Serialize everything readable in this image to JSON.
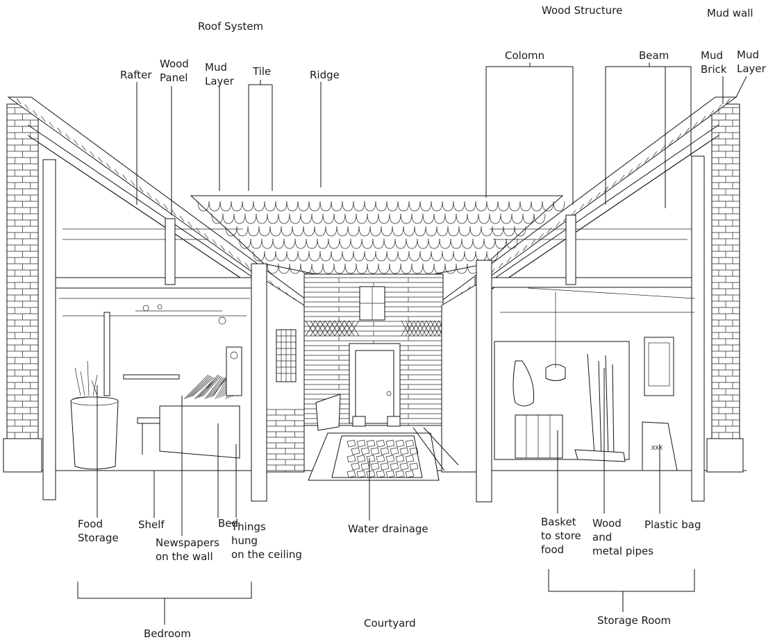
{
  "labels": {
    "wood_structure": "Wood Structure",
    "mud_wall": "Mud wall",
    "roof_system": "Roof System",
    "colomn": "Colomn",
    "beam": "Beam",
    "mud_brick": "Mud\nBrick",
    "mud_layer_right": "Mud\nLayer",
    "rafter": "Rafter",
    "wood_panel": "Wood\nPanel",
    "mud_layer_left": "Mud\nLayer",
    "tile": "Tile",
    "ridge": "Ridge",
    "food_storage": "Food\nStorage",
    "shelf": "Shelf",
    "bed": "Bed",
    "things_hung": "Things\nhung\non the ceiling",
    "newspapers": "Newspapers\non the wall",
    "water_drainage": "Water drainage",
    "basket": "Basket\nto store\nfood",
    "wood_metal_pipes": "Wood\nand\nmetal pipes",
    "plastic_bag": "Plastic bag",
    "bedroom": "Bedroom",
    "courtyard": "Courtyard",
    "storage_room": "Storage Room"
  },
  "bag_mark": "XXX"
}
